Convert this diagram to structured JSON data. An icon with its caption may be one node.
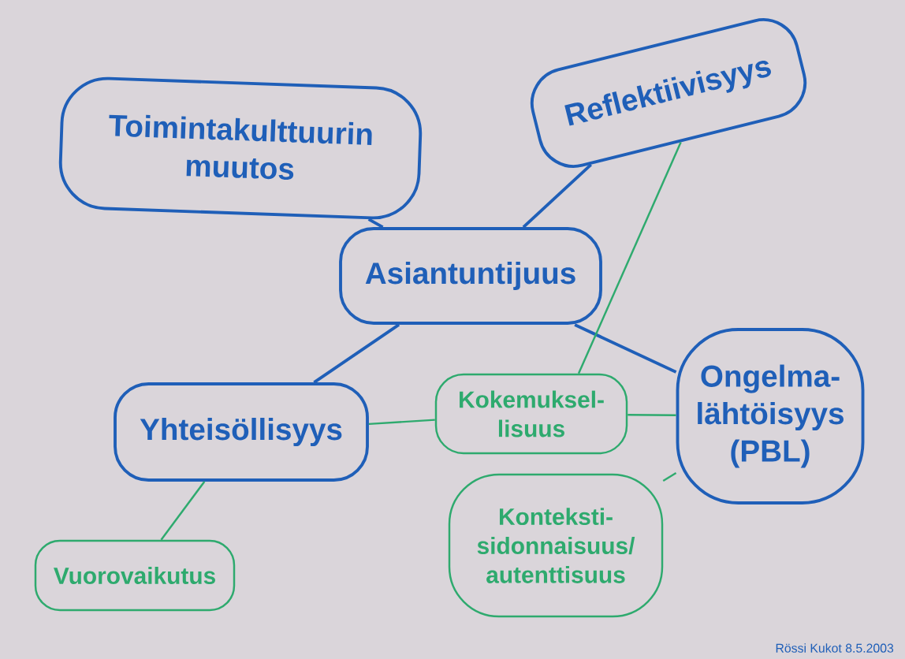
{
  "diagram": {
    "nodes": [
      {
        "text": [
          "Toimintakulttuurin muutos"
        ]
      },
      {
        "text": [
          "Reflektiivisyys"
        ]
      },
      {
        "text": [
          "Asiantuntijuus"
        ]
      },
      {
        "text": [
          "Ongelma-lähtöisyys (PBL)"
        ]
      },
      {
        "text": [
          "Yhteisöllisyys"
        ]
      },
      {
        "text": [
          "Kokemuksel-lisuus"
        ]
      },
      {
        "text": [
          "Konteksti-sidonnaisuus/autenttisuus"
        ]
      },
      {
        "text": [
          "Vuorovaikutus"
        ]
      }
    ],
    "edges": [
      {
        "from": 0,
        "to": 2,
        "arrow": "none",
        "color": "#1f5fb8"
      },
      {
        "from": 1,
        "to": 2,
        "arrow": "none",
        "color": "#1f5fb8"
      },
      {
        "from": 2,
        "to": 3,
        "arrow": "none",
        "color": "#1f5fb8"
      },
      {
        "from": 2,
        "to": 4,
        "arrow": "none",
        "color": "#1f5fb8"
      },
      {
        "from": 1,
        "to": 5,
        "arrow": "none"
      },
      {
        "from": 4,
        "to": 5,
        "arrow": "none"
      },
      {
        "from": 5,
        "to": 3,
        "arrow": "none"
      },
      {
        "from": 3,
        "to": 6,
        "arrow": "none"
      },
      {
        "from": 4,
        "to": 7,
        "arrow": "none"
      }
    ],
    "labels": [
      "Rössi Kukot 8.5.2003"
    ]
  }
}
